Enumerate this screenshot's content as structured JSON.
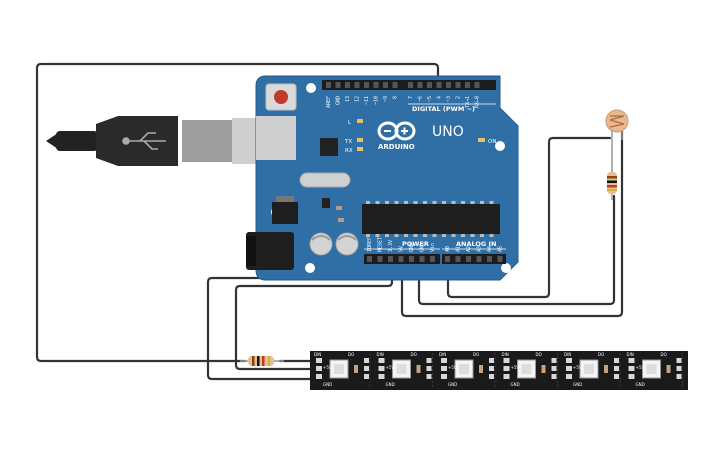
{
  "board": {
    "model": "UNO",
    "brand": "ARDUINO",
    "digital_header": "DIGITAL (PWM ~)",
    "power_header": "POWER",
    "analog_header": "ANALOG IN",
    "on_label": "ON",
    "led_l": "L",
    "led_tx": "TX",
    "led_rx": "RX",
    "digital_pins": [
      "AREF",
      "GND",
      "13",
      "12",
      "~11",
      "~10",
      "~9",
      "8",
      "7",
      "~6",
      "~5",
      "4",
      "~3",
      "2",
      "TX→1",
      "RX←0"
    ],
    "power_pins": [
      "IOREF",
      "RESET",
      "3.3V",
      "5V",
      "GND",
      "GND",
      "Vin"
    ],
    "analog_pins": [
      "A0",
      "A1",
      "A2",
      "A3",
      "A4",
      "A5"
    ]
  },
  "led_strip": {
    "pixel_count": 6,
    "pin_labels": {
      "din": "DIN",
      "dout": "DO",
      "v5": "+5V",
      "gnd": "GND"
    }
  },
  "colors": {
    "board": "#2f6fa6",
    "board_dark": "#245b8a",
    "wire": "#333333",
    "strip": "#1a1a1a",
    "usb_gray": "#cfcfcf"
  }
}
